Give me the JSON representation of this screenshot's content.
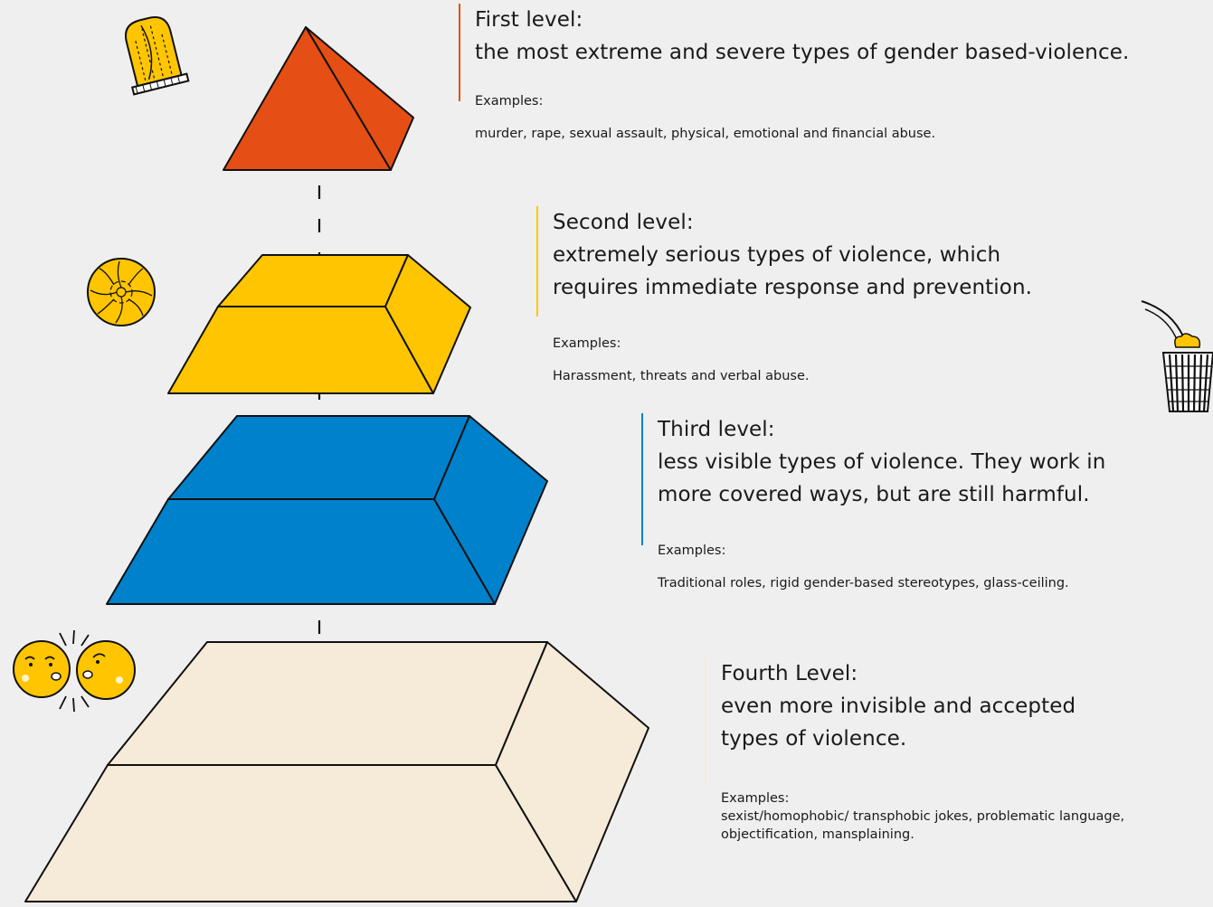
{
  "levels": [
    {
      "title": "First level:",
      "description": "the most extreme and severe types of gender based-violence.",
      "examples_label": "Examples:",
      "examples": "murder, rape, sexual assault, physical, emotional and financial abuse.",
      "accent_color": "#e54e14",
      "fill_color": "#e54e14"
    },
    {
      "title": "Second level:",
      "description": "extremely serious types of violence, which requires immediate response and prevention.",
      "examples_label": "Examples:",
      "examples": "Harassment, threats and verbal abuse.",
      "accent_color": "#ffc500",
      "fill_color": "#ffc500"
    },
    {
      "title": "Third level:",
      "description": "less visible types of violence. They work in more covered ways, but are still harmful.",
      "examples_label": "Examples:",
      "examples": "Traditional roles, rigid gender-based stereotypes, glass-ceiling.",
      "accent_color": "#0081cc",
      "fill_color": "#0081cc"
    },
    {
      "title": "Fourth Level:",
      "description": "even more invisible and accepted types of violence.",
      "examples_label": "Examples:",
      "examples": "sexist/homophobic/ transphobic jokes, problematic language, objectification, mansplaining.",
      "accent_color": "#f6e9d6",
      "fill_color": "#f6ead8"
    }
  ],
  "icons": {
    "level1": "fist-icon",
    "level2": "crumpled-paper-icon",
    "level3": "waste-basket-icon",
    "level4": "clashing-faces-icon"
  },
  "colors": {
    "background": "#efefef",
    "outline": "#111111",
    "icon_yellow": "#ffc500"
  }
}
